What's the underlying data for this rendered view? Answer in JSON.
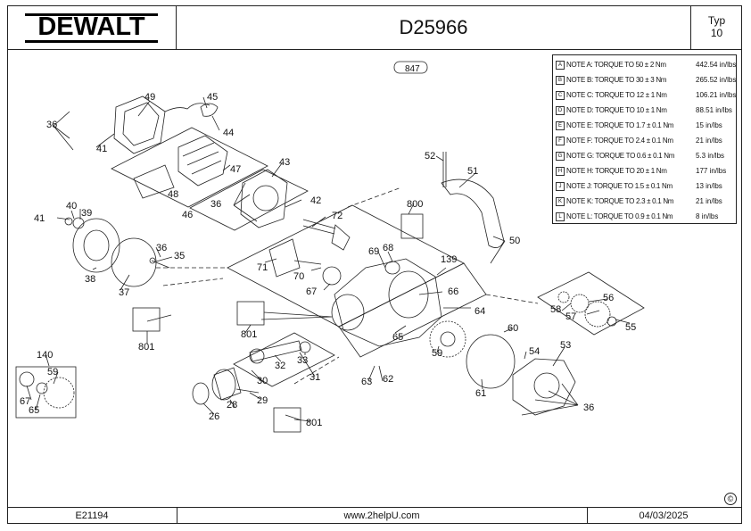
{
  "brand": "DEWALT",
  "model": "D25966",
  "typ": {
    "label": "Typ",
    "value": "10"
  },
  "badge": "847",
  "notes": [
    {
      "letter": "A",
      "text": "NOTE A: TORQUE TO 50 ± 2 Nm",
      "value": "442.54 in/lbs"
    },
    {
      "letter": "B",
      "text": "NOTE B: TORQUE TO 30 ± 3 Nm",
      "value": "265.52 in/lbs"
    },
    {
      "letter": "C",
      "text": "NOTE C: TORQUE TO 12 ± 1 Nm",
      "value": "106.21 in/lbs"
    },
    {
      "letter": "D",
      "text": "NOTE D: TORQUE TO 10 ± 1 Nm",
      "value": "88.51 in/lbs"
    },
    {
      "letter": "E",
      "text": "NOTE E: TORQUE TO 1.7 ± 0.1 Nm",
      "value": "15 in/lbs"
    },
    {
      "letter": "F",
      "text": "NOTE F: TORQUE TO 2.4 ± 0.1 Nm",
      "value": "21 in/lbs"
    },
    {
      "letter": "G",
      "text": "NOTE G: TORQUE TO 0.6 ± 0.1 Nm",
      "value": "5.3 in/lbs"
    },
    {
      "letter": "H",
      "text": "NOTE H: TORQUE TO 20 ± 1 Nm",
      "value": "177 in/lbs"
    },
    {
      "letter": "J",
      "text": "NOTE J: TORQUE TO 1.5 ± 0.1 Nm",
      "value": "13 in/lbs"
    },
    {
      "letter": "K",
      "text": "NOTE K: TORQUE TO 2.3 ± 0.1 Nm",
      "value": "21 in/lbs"
    },
    {
      "letter": "L",
      "text": "NOTE L: TORQUE TO 0.9 ± 0.1 Nm",
      "value": "8 in/lbs"
    }
  ],
  "parts": {
    "p49": "49",
    "p45": "45",
    "p44": "44",
    "p41a": "41",
    "p41b": "41",
    "p36a": "36",
    "p36b": "36",
    "p36c": "36",
    "p36d": "36",
    "p47": "47",
    "p48": "48",
    "p46": "46",
    "p43": "43",
    "p42": "42",
    "p40": "40",
    "p39": "39",
    "p38": "38",
    "p37": "37",
    "p35": "35",
    "p801a": "801",
    "p801b": "801",
    "p801c": "801",
    "p72": "72",
    "p71": "71",
    "p70": "70",
    "p69": "69",
    "p68": "68",
    "p67a": "67",
    "p67b": "67",
    "p66": "66",
    "p65a": "65",
    "p65b": "65",
    "p64": "64",
    "p139": "139",
    "p800": "800",
    "p52": "52",
    "p51": "51",
    "p50": "50",
    "p59a": "59",
    "p59b": "59",
    "p60": "60",
    "p61": "61",
    "p62": "62",
    "p63": "63",
    "p54": "54",
    "p53": "53",
    "p56": "56",
    "p57": "57",
    "p58": "58",
    "p55": "55",
    "p32": "32",
    "p33": "33",
    "p31": "31",
    "p30": "30",
    "p29": "29",
    "p28": "28",
    "p26": "26",
    "p140": "140"
  },
  "footer": {
    "code": "E21194",
    "url": "www.2helpU.com",
    "date": "04/03/2025"
  },
  "copyright": "©"
}
